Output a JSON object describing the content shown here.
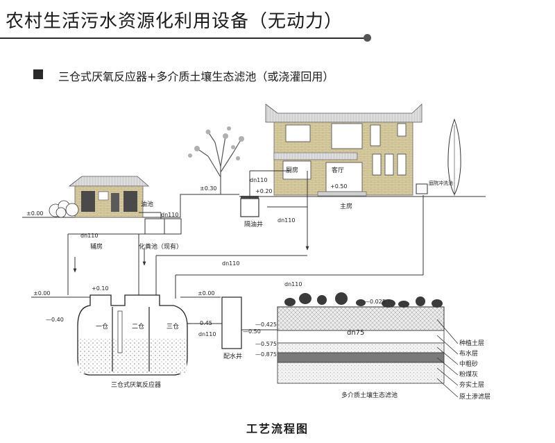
{
  "title": "农村生活污水资源化利用设备（无动力）",
  "subtitle": "三仓式厌氧反应器+多介质土壤生态滤池（或浇灌回用）",
  "caption": "工艺流程图",
  "labels": {
    "aux_house": "辅房",
    "septic_tank": "化粪池（现有）",
    "grease_well": "隔油井",
    "main_house": "主房",
    "reactor": "三仓式厌氧反应器",
    "distribution_well": "配水井",
    "filter": "多介质土壤生态滤池",
    "chamber1": "一仓",
    "chamber2": "二仓",
    "chamber3": "三仓",
    "room_window": "厨房",
    "room_door": "客厅",
    "courtyard": "庭院冲洗池",
    "pipe_dn110_1": "dn110",
    "pipe_dn110_2": "dn110",
    "pipe_dn110_3": "dn110",
    "pipe_dn110_4": "dn110",
    "pipe_dn110_5": "dn110",
    "pipe_dn110_6": "dn110",
    "pipe_dn75": "dn75",
    "lvl_000_left": "±0.00",
    "lvl_000_mid": "±0.00",
    "lvl_000_right": "±0.00",
    "lvl_030": "±0.30",
    "lvl_020": "+0.20",
    "lvl_050": "+0.50",
    "lvl_010": "+0.10",
    "lvl_m040": "—0.40",
    "lvl_m045": "—0.45",
    "lvl_m050": "—0.50",
    "lvl_m0425": "—0.425",
    "lvl_m0025": "—0.025",
    "lvl_m0575": "—0.575",
    "lvl_m0875": "—0.875",
    "small_pipe": "油池"
  },
  "filter_layers": [
    "种植土层",
    "布水层",
    "中粗砂",
    "粉煤灰",
    "夯实土层",
    "原土渗滤层"
  ]
}
